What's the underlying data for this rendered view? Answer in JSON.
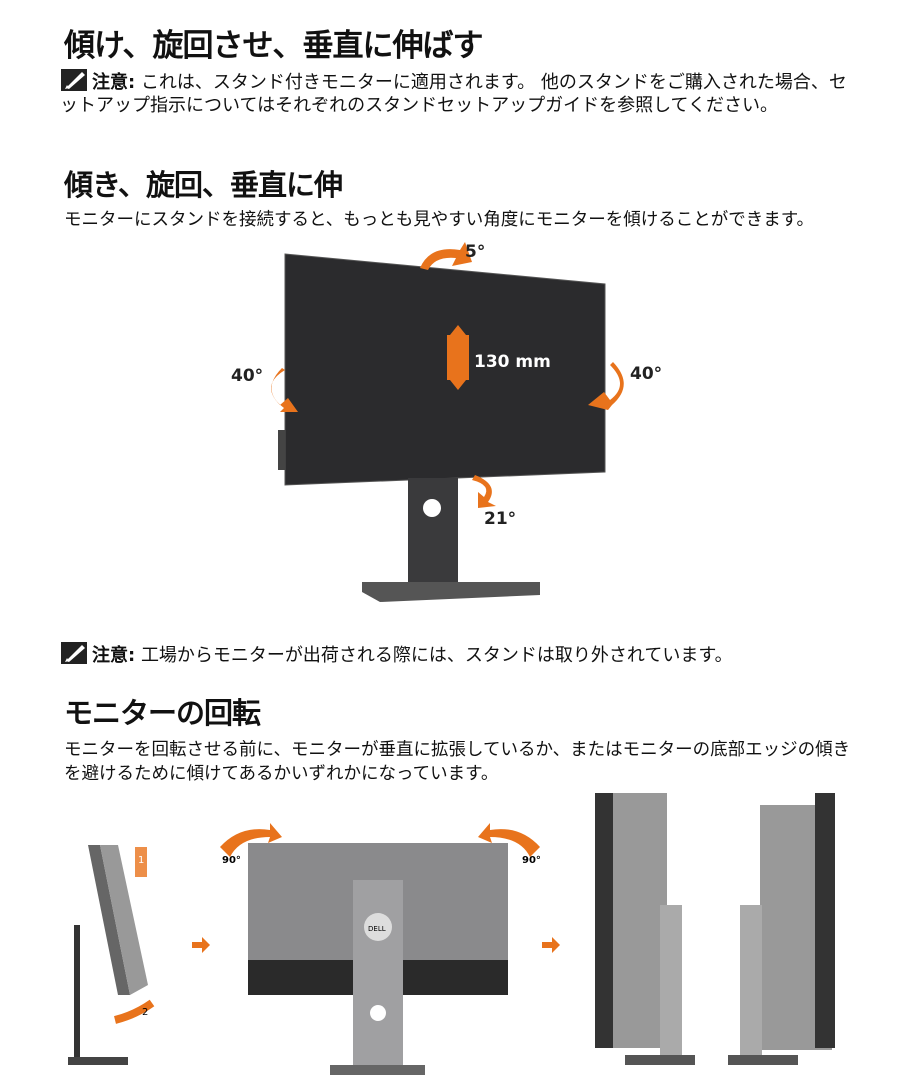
{
  "title": "傾け、旋回させ、垂直に伸ばす",
  "note1": {
    "label": "注意:",
    "text": "これは、スタンド付きモニターに適用されます。 他のスタンドをご購入された場合、セットアップ指示についてはそれぞれのスタンドセットアップガイドを参照してください。"
  },
  "section1": {
    "heading": "傾き、旋回、垂直に伸",
    "text": "モニターにスタンドを接続すると、もっとも見やすい角度にモニターを傾けることができます。"
  },
  "diagram1": {
    "tilt_up": "5°",
    "height": "130 mm",
    "swivel_left": "40°",
    "swivel_right": "40°",
    "tilt_down": "21°",
    "accent": "#e8731c"
  },
  "note2": {
    "label": "注意:",
    "text": "工場からモニターが出荷される際には、スタンドは取り外されています。"
  },
  "section2": {
    "heading": "モニターの回転",
    "text": "モニターを回転させる前に、モニターが垂直に拡張しているか、またはモニターの底部エッジの傾きを避けるために傾けてあるかいずれかになっています。"
  },
  "diagram2": {
    "step1": "1",
    "step2": "2",
    "rot_left": "90°",
    "rot_right": "90°",
    "brand": "DELL"
  }
}
